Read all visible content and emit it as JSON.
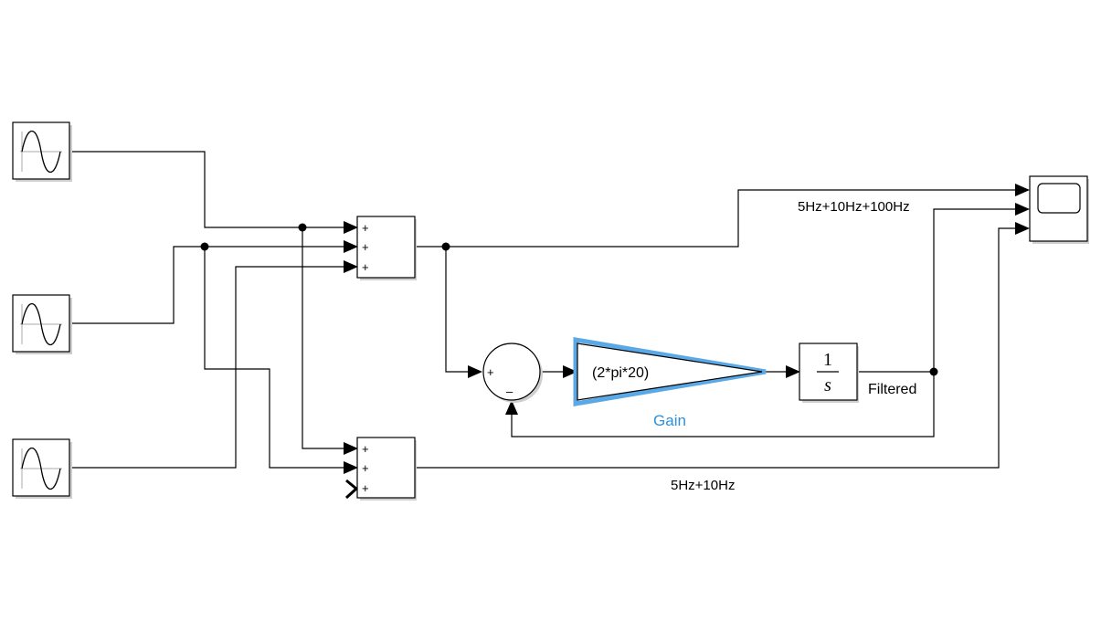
{
  "blocks": {
    "sine_1": {
      "icon": "sine-wave-icon"
    },
    "sine_2": {
      "icon": "sine-wave-icon"
    },
    "sine_3": {
      "icon": "sine-wave-icon"
    },
    "sum_top": {
      "signs": [
        "+",
        "+",
        "+"
      ]
    },
    "sum_bottom": {
      "signs": [
        "+",
        "+",
        "+"
      ]
    },
    "sum_feedback": {
      "plus": "+",
      "minus": "–"
    },
    "gain": {
      "expression": "(2*pi*20)",
      "label": "Gain",
      "highlight_color": "#5aa9e6",
      "label_color": "#2f8fd8"
    },
    "integrator": {
      "numerator": "1",
      "denominator": "s"
    },
    "scope": {
      "icon": "scope-screen-icon"
    }
  },
  "signals": {
    "top_sum_out": "5Hz+10Hz+100Hz",
    "bottom_sum_out": "5Hz+10Hz",
    "integrator_out": "Filtered"
  }
}
